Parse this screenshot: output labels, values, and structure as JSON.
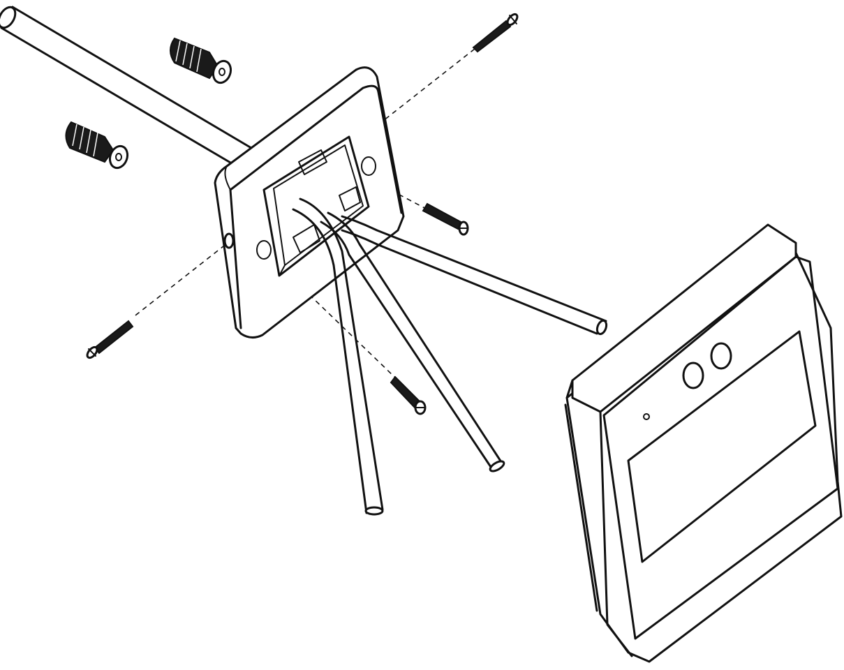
{
  "diagram": {
    "kind": "exploded-installation-view",
    "components": [
      {
        "name": "cable-conduit"
      },
      {
        "name": "wall-anchor",
        "count": 2
      },
      {
        "name": "mounting-bracket"
      },
      {
        "name": "mounting-screw",
        "count": 4
      },
      {
        "name": "cable",
        "count": 3
      },
      {
        "name": "device-panel"
      }
    ],
    "colors": {
      "line": "#111111",
      "background": "#ffffff"
    }
  }
}
